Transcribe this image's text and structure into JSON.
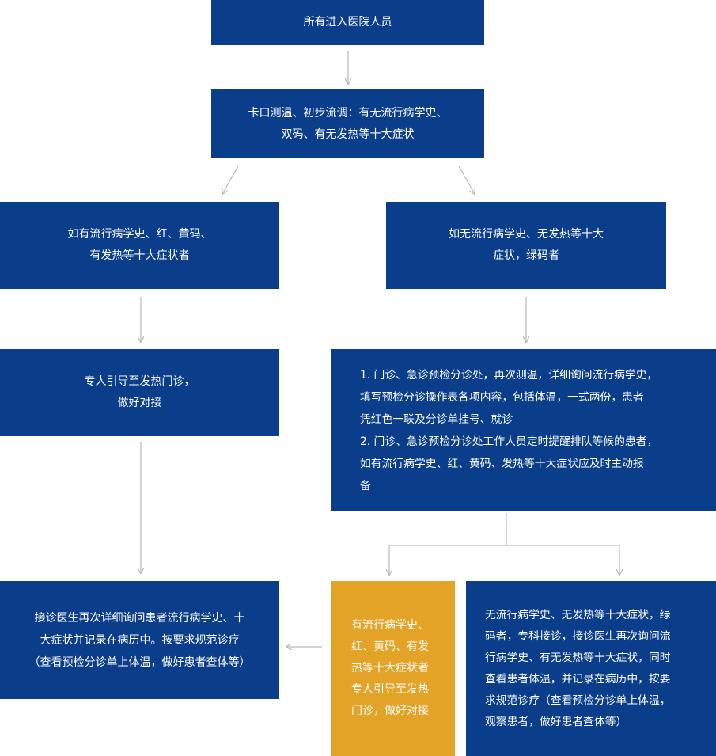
{
  "colors": {
    "box_blue": "#0a3d8a",
    "box_orange": "#e3a327",
    "arrow_gray": "#b8b8b8"
  },
  "nodes": {
    "start": {
      "lines": [
        "所有进入医院人员"
      ]
    },
    "screening": {
      "lines": [
        "卡口测温、初步流调：有无流行病学史、",
        "双码、有无发热等十大症状"
      ]
    },
    "positive": {
      "lines": [
        "如有流行病学史、红、黄码、",
        "有发热等十大症状者"
      ]
    },
    "negative": {
      "lines": [
        "如无流行病学史、无发热等十大",
        "症状，绿码者"
      ]
    },
    "fever_referral": {
      "lines": [
        "专人引导至发热门诊，",
        "做好对接"
      ]
    },
    "triage": {
      "lines": [
        "1. 门诊、急诊预检分诊处，再次测温，详细询问流行病学史，",
        "填写预检分诊操作表各项内容，包括体温，一式两份，患者",
        "凭红色一联及分诊单挂号、就诊",
        "2. 门诊、急诊预检分诊处工作人员定时提醒排队等候的患者，",
        "如有流行病学史、红、黄码、发热等十大症状应及时主动报",
        "备"
      ]
    },
    "doctor_recheck": {
      "lines": [
        "接诊医生再次详细询问患者流行病学史、十",
        "大症状并记录在病历中。按要求规范诊疗",
        "（查看预检分诊单上体温，做好患者查体等）"
      ]
    },
    "orange_referral": {
      "lines": [
        "有流行病学史、",
        "红、黄码、有发",
        "热等十大症状者",
        "专人引导至发热",
        "门诊，做好对接"
      ]
    },
    "specialist": {
      "lines": [
        "无流行病学史、无发热等十大症状，绿",
        "码者，专科接诊，接诊医生再次询问流",
        "行病学史、有无发热等十大症状，同时",
        "查看患者体温，并记录在病历中，按要",
        "求规范诊疗（查看预检分诊单上体温，",
        "观察患者，做好患者查体等）"
      ]
    }
  }
}
